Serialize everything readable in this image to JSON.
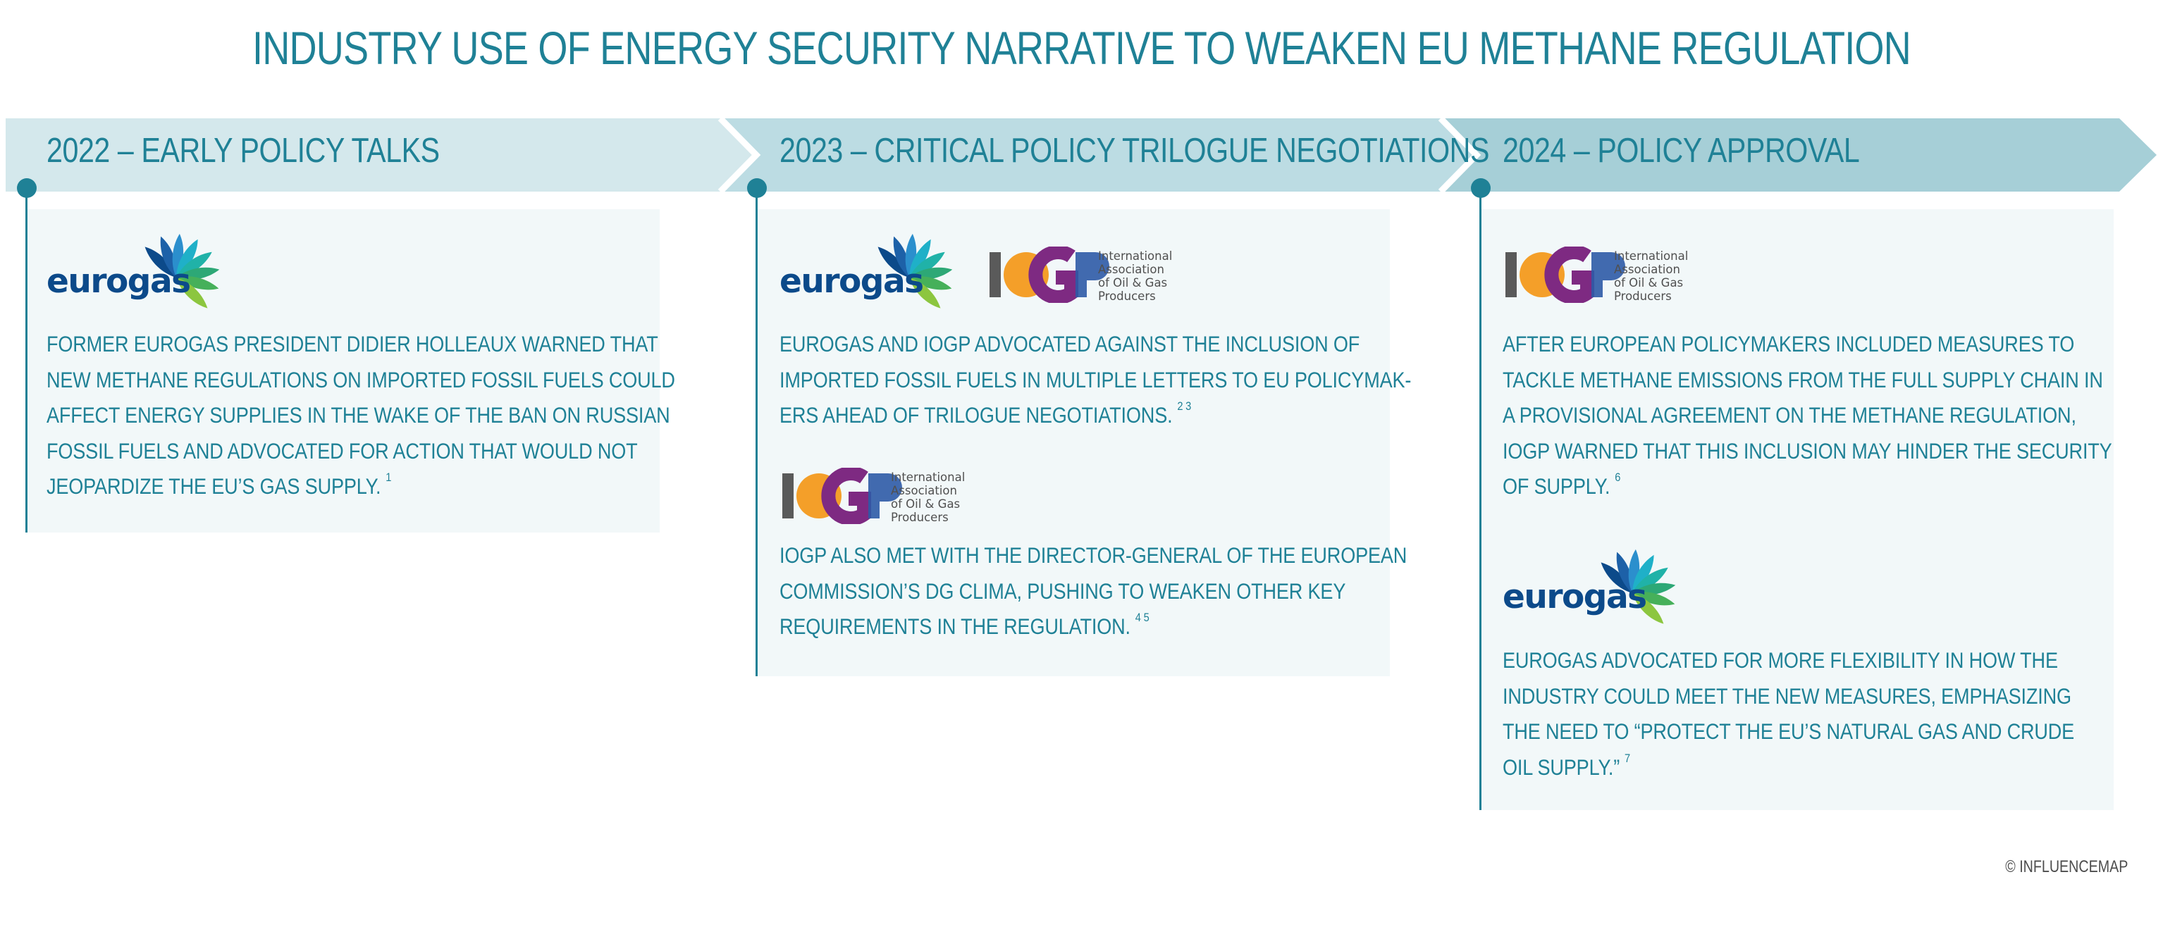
{
  "title": "INDUSTRY USE OF ENERGY SECURITY NARRATIVE TO WEAKEN EU METHANE REGULATION",
  "colors": {
    "accent": "#1f8196",
    "band_1": "#d4e8ec",
    "band_2": "#bcdce3",
    "band_3": "#a6cfd7",
    "card_bg": "#f2f8f9",
    "eurogas_blue": "#0c4a8a",
    "iogp_orange": "#f39a1e",
    "iogp_purple": "#7e2a82",
    "iogp_blue": "#2d5aa6"
  },
  "logos": {
    "eurogas": {
      "text": "eurogas",
      "icon": "eurogas-flower-icon"
    },
    "iogp": {
      "icon": "iogp-letters-icon",
      "name_lines": [
        "International",
        "Association",
        "of Oil & Gas",
        "Producers"
      ]
    }
  },
  "stages": [
    {
      "label": "2022 – EARLY POLICY TALKS",
      "entries": [
        {
          "logos": [
            "eurogas"
          ],
          "lines": [
            "FORMER EUROGAS PRESIDENT DIDIER HOLLEAUX WARNED THAT",
            "NEW METHANE REGULATIONS ON IMPORTED FOSSIL FUELS COULD",
            "AFFECT ENERGY SUPPLIES IN THE WAKE OF THE BAN ON RUSSIAN",
            "FOSSIL FUELS AND ADVOCATED FOR ACTION THAT WOULD NOT",
            "JEOPARDIZE THE EU’S GAS SUPPLY."
          ],
          "footnote": "1"
        }
      ]
    },
    {
      "label": "2023 – CRITICAL POLICY TRILOGUE NEGOTIATIONS",
      "entries": [
        {
          "logos": [
            "eurogas",
            "iogp"
          ],
          "lines": [
            "EUROGAS AND IOGP ADVOCATED AGAINST THE INCLUSION OF",
            "IMPORTED FOSSIL FUELS IN MULTIPLE LETTERS TO EU POLICYMAK-",
            "ERS AHEAD OF TRILOGUE NEGOTIATIONS."
          ],
          "footnote": "2 3"
        },
        {
          "logos": [
            "iogp"
          ],
          "lines": [
            "IOGP ALSO MET WITH THE DIRECTOR-GENERAL OF THE EUROPEAN",
            "COMMISSION’S DG CLIMA, PUSHING TO WEAKEN OTHER KEY",
            "REQUIREMENTS IN THE REGULATION."
          ],
          "footnote": "4 5"
        }
      ]
    },
    {
      "label": "2024 – POLICY APPROVAL",
      "entries": [
        {
          "logos": [
            "iogp"
          ],
          "lines": [
            "AFTER EUROPEAN POLICYMAKERS INCLUDED MEASURES TO",
            "TACKLE METHANE EMISSIONS FROM THE FULL SUPPLY CHAIN IN",
            "A PROVISIONAL AGREEMENT ON THE METHANE REGULATION,",
            "IOGP WARNED THAT THIS INCLUSION MAY HINDER THE SECURITY",
            "OF SUPPLY."
          ],
          "footnote": "6"
        },
        {
          "logos": [
            "eurogas"
          ],
          "lines": [
            "EUROGAS ADVOCATED FOR MORE FLEXIBILITY IN HOW THE",
            "INDUSTRY COULD MEET THE NEW MEASURES, EMPHASIZING",
            "THE NEED TO “PROTECT THE EU’S NATURAL GAS AND CRUDE",
            "OIL SUPPLY.”"
          ],
          "footnote": "7"
        }
      ]
    }
  ],
  "copyright": "© INFLUENCEMAP"
}
